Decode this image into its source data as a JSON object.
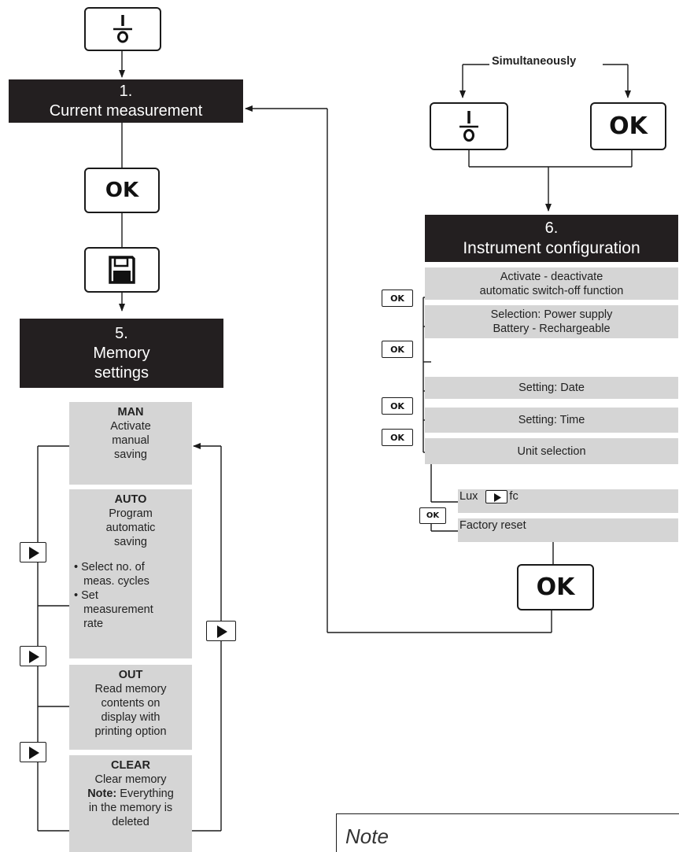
{
  "keys": {
    "ok_label": "OK"
  },
  "simultaneously": "Simultaneously",
  "box1": {
    "number": "1.",
    "title": "Current measurement"
  },
  "box5": {
    "number": "5.",
    "line1": "Memory",
    "line2": "settings"
  },
  "box6": {
    "number": "6.",
    "title": "Instrument configuration"
  },
  "config_items": [
    {
      "line1": "Activate - deactivate",
      "line2": "automatic switch-off function"
    },
    {
      "line1": "Selection: Power supply",
      "line2": "Battery - Rechargeable"
    },
    {
      "line1": "Setting: Date"
    },
    {
      "line1": "Setting: Time"
    },
    {
      "line1": "Unit selection"
    }
  ],
  "unit_items": {
    "lux": "Lux",
    "fc": "fc",
    "factory_reset": "Factory reset"
  },
  "memory_items": {
    "man": {
      "title": "MAN",
      "lines": [
        "Activate",
        "manual",
        "saving"
      ]
    },
    "auto": {
      "title": "AUTO",
      "lines": [
        "Program",
        "automatic",
        "saving"
      ],
      "bullets": [
        "Select no. of",
        "meas. cycles",
        "Set",
        "measurement",
        "rate"
      ]
    },
    "out": {
      "title": "OUT",
      "lines": [
        "Read memory",
        "contents on",
        "display with",
        "printing option"
      ]
    },
    "clear": {
      "title": "CLEAR",
      "lines": [
        "Clear memory"
      ],
      "note_label": "Note:",
      "note_lines": [
        "Everything",
        "in the memory is",
        "deleted"
      ]
    }
  },
  "note": {
    "label": "Note"
  }
}
